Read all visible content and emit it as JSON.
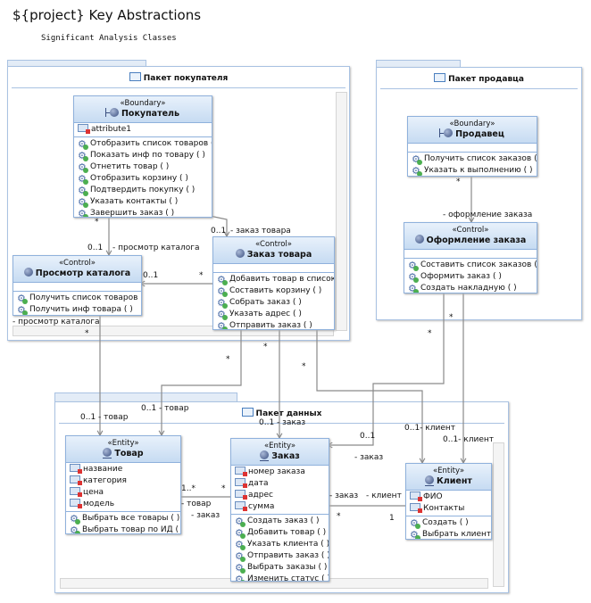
{
  "header": {
    "title": "${project} Key Abstractions",
    "subtitle": "Significant Analysis Classes"
  },
  "packages": [
    {
      "id": "buyer",
      "label": "Пакет покупателя"
    },
    {
      "id": "seller",
      "label": "Пакет продавца"
    },
    {
      "id": "data",
      "label": "Пакет данных"
    }
  ],
  "classes": [
    {
      "id": "buyer-boundary",
      "stereotype": "«Boundary»",
      "kind": "boundary",
      "name": "Покупатель",
      "attributes": [
        "attribute1"
      ],
      "operations": [
        "Отобразить список товаров ( )",
        "Показать инф  по товару ( )",
        "Отнетить товар ( )",
        "Отобразить корзину ( )",
        "Подтвердить покупку ( )",
        "Указать контакты ( )",
        "Завершить заказ ( )"
      ]
    },
    {
      "id": "catalog-control",
      "stereotype": "«Control»",
      "kind": "control",
      "name": "Просмотр каталога",
      "attributes": [],
      "operations": [
        "Получить список товаров ( )",
        "Получить инф товара ( )"
      ]
    },
    {
      "id": "order-item-control",
      "stereotype": "«Control»",
      "kind": "control",
      "name": "Заказ товара",
      "attributes": [],
      "operations": [
        "Добавить товар в список ( )",
        "Составить корзину ( )",
        "Собрать заказ ( )",
        "Указать адрес ( )",
        "Отправить заказ ( )"
      ]
    },
    {
      "id": "seller-boundary",
      "stereotype": "«Boundary»",
      "kind": "boundary",
      "name": "Продавец",
      "attributes": [],
      "operations": [
        "Получить список заказов ( )",
        "Указать к выполнению ( )"
      ]
    },
    {
      "id": "checkout-control",
      "stereotype": "«Control»",
      "kind": "control",
      "name": "Оформление заказа",
      "attributes": [],
      "operations": [
        "Составить список заказов ( )",
        "Оформить заказ ( )",
        "Создать накладную ( )"
      ]
    },
    {
      "id": "product-entity",
      "stereotype": "«Entity»",
      "kind": "entity",
      "name": "Товар",
      "attributes": [
        "название",
        "категория",
        "цена",
        "модель"
      ],
      "operations": [
        "Выбрать все товары ( )",
        "Выбрать товар по ИД ( )"
      ]
    },
    {
      "id": "order-entity",
      "stereotype": "«Entity»",
      "kind": "entity",
      "name": "Заказ",
      "attributes": [
        "номер заказа",
        "дата",
        "адрес",
        "сумма"
      ],
      "operations": [
        "Создать заказ ( )",
        "Добавить товар ( )",
        "Указать клиента ( )",
        "Отправить заказ ( )",
        "Выбрать заказы ( )",
        "Изменить статус ( )"
      ]
    },
    {
      "id": "client-entity",
      "stereotype": "«Entity»",
      "kind": "entity",
      "name": "Клиент",
      "attributes": [
        "ФИО",
        "Контакты"
      ],
      "operations": [
        "Создать ( )",
        "Выбрать клиента ( )"
      ]
    }
  ],
  "connector_labels": [
    "*",
    "- просмотр каталога",
    "0..1",
    "0..1",
    "- заказ товара",
    "0..1",
    "*",
    "- просмотр каталога",
    "*",
    "*",
    "- оформление заказа",
    "*",
    "*",
    "*",
    "*",
    "*",
    "0..1 - товар",
    "0..1 - товар",
    "0..1 - заказ",
    "0..1",
    "- заказ",
    "0..1- клиент",
    "0..1- клиент",
    "1..*",
    "*",
    "- товар",
    "- заказ",
    "- заказ",
    "- клиент",
    "*",
    "1"
  ]
}
